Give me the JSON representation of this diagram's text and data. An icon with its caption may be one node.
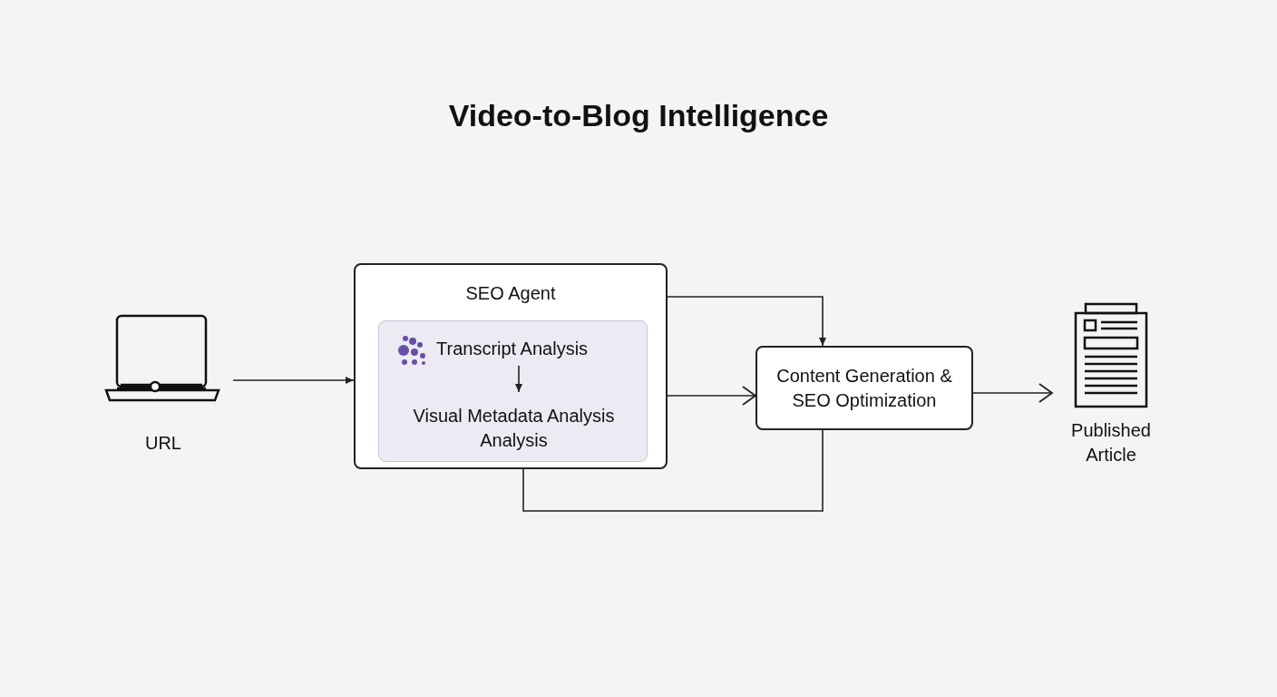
{
  "diagram": {
    "title": "Video-to-Blog Intelligence",
    "nodes": [
      {
        "text": [
          "URL"
        ]
      },
      {
        "text": [
          "SEO Agent"
        ]
      },
      {
        "text": [],
        "shape": "box",
        "in": 1
      },
      {
        "text": [
          "Transcript Analysis"
        ],
        "in": 2
      },
      {
        "text": [
          "Visual Metadata Analysis Analysis"
        ],
        "in": 2
      },
      {
        "text": [
          "Content Generation & SEO Optimization"
        ]
      },
      {
        "text": [
          "Published Article"
        ]
      }
    ],
    "edges": [
      {
        "from": 0,
        "to": 1,
        "arrow": "to"
      },
      {
        "from": 1,
        "to": 5,
        "arrow": "to"
      },
      {
        "from": 1,
        "to": 5,
        "arrow": "to"
      },
      {
        "from": 1,
        "to": 5,
        "arrow": "none"
      },
      {
        "from": 5,
        "to": 6,
        "arrow": "to"
      },
      {
        "from": 3,
        "to": 4,
        "arrow": "to"
      }
    ]
  }
}
